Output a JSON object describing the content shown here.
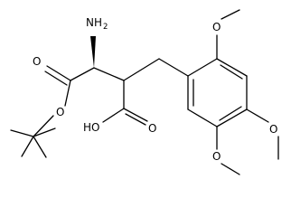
{
  "molecule": {
    "atoms": {
      "amine": {
        "text": "NH",
        "sub": "2"
      },
      "carbonyl_o_ester": {
        "text": "O"
      },
      "ester_o": {
        "text": "O"
      },
      "acid_oh": {
        "text": "HO"
      },
      "acid_o": {
        "text": "O"
      },
      "methoxy_o_top": {
        "text": "O"
      },
      "methoxy_o_right": {
        "text": "O"
      },
      "methoxy_o_bottom": {
        "text": "O"
      }
    }
  }
}
